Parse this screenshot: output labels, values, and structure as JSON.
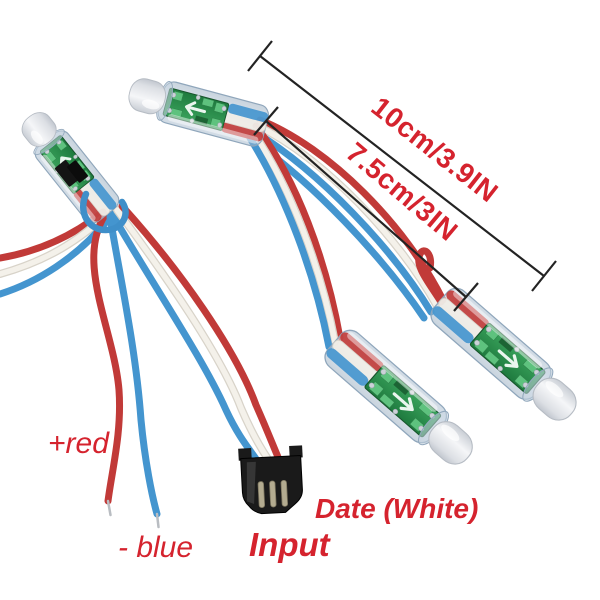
{
  "labels": {
    "dimension_long": "10cm/3.9IN",
    "dimension_short": "7.5cm/3IN",
    "wire_positive": "+red",
    "wire_negative": "- blue",
    "connector": "Input",
    "data_wire": "Date (White)"
  },
  "colors": {
    "label_text": "#d5232e",
    "wire_red": "#c13a38",
    "wire_blue": "#4495cf",
    "wire_white": "#f1eee7",
    "pcb_green": "#2f9551",
    "led_dome": "#eceef1",
    "tube": "#b7c8d8",
    "connector_body": "#1a1a1a",
    "dimension_line": "#232323",
    "background": "#ffffff"
  }
}
